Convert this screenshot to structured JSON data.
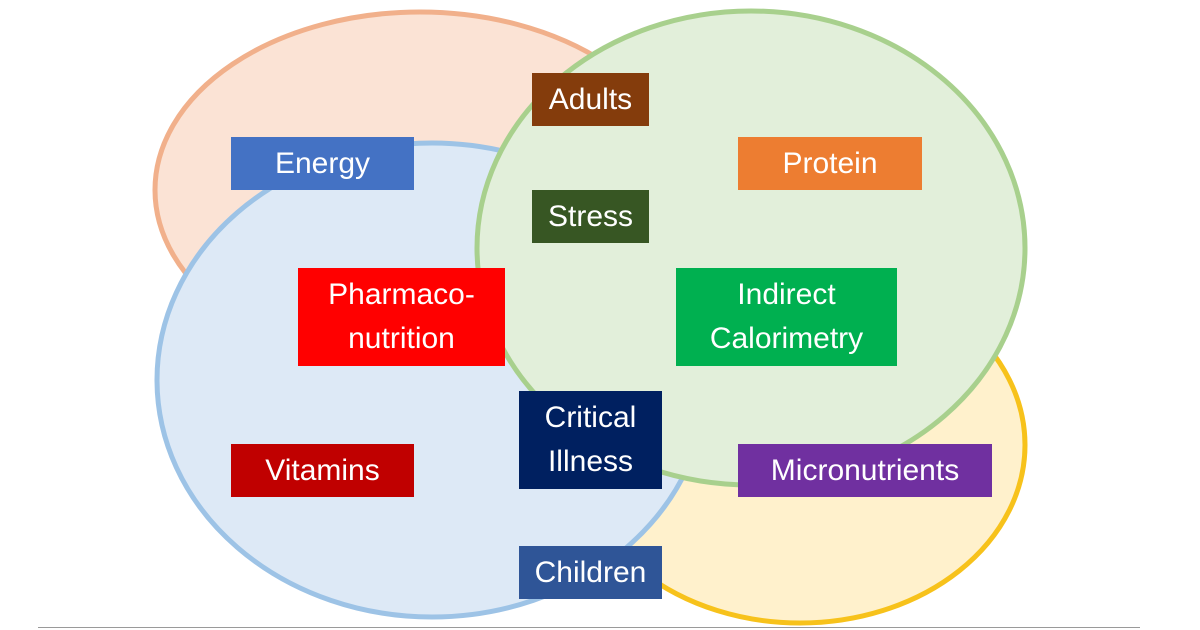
{
  "diagram": {
    "circles": [
      {
        "id": "orange",
        "fill": "#fbe3d5",
        "stroke": "#f1b08b"
      },
      {
        "id": "yellow",
        "fill": "#fff1cc",
        "stroke": "#f7c21b"
      },
      {
        "id": "blue",
        "fill": "#dde9f6",
        "stroke": "#9dc3e6"
      },
      {
        "id": "green",
        "fill": "#e2efda",
        "stroke": "#a8d08d"
      }
    ],
    "labels": [
      {
        "key": "adults",
        "text": "Adults",
        "color": "#843c0c"
      },
      {
        "key": "energy",
        "text": "Energy",
        "color": "#4472c4"
      },
      {
        "key": "protein",
        "text": "Protein",
        "color": "#ed7d31"
      },
      {
        "key": "stress",
        "text": "Stress",
        "color": "#375623"
      },
      {
        "key": "pharmaconutrition",
        "text": "Pharmaco-\nnutrition",
        "color": "#ff0000"
      },
      {
        "key": "indirect-calorimetry",
        "text": "Indirect\nCalorimetry",
        "color": "#00b050"
      },
      {
        "key": "critical-illness",
        "text": "Critical\nIllness",
        "color": "#002060"
      },
      {
        "key": "vitamins",
        "text": "Vitamins",
        "color": "#c00000"
      },
      {
        "key": "micronutrients",
        "text": "Micronutrients",
        "color": "#7030a0"
      },
      {
        "key": "children",
        "text": "Children",
        "color": "#2f5597"
      }
    ]
  }
}
